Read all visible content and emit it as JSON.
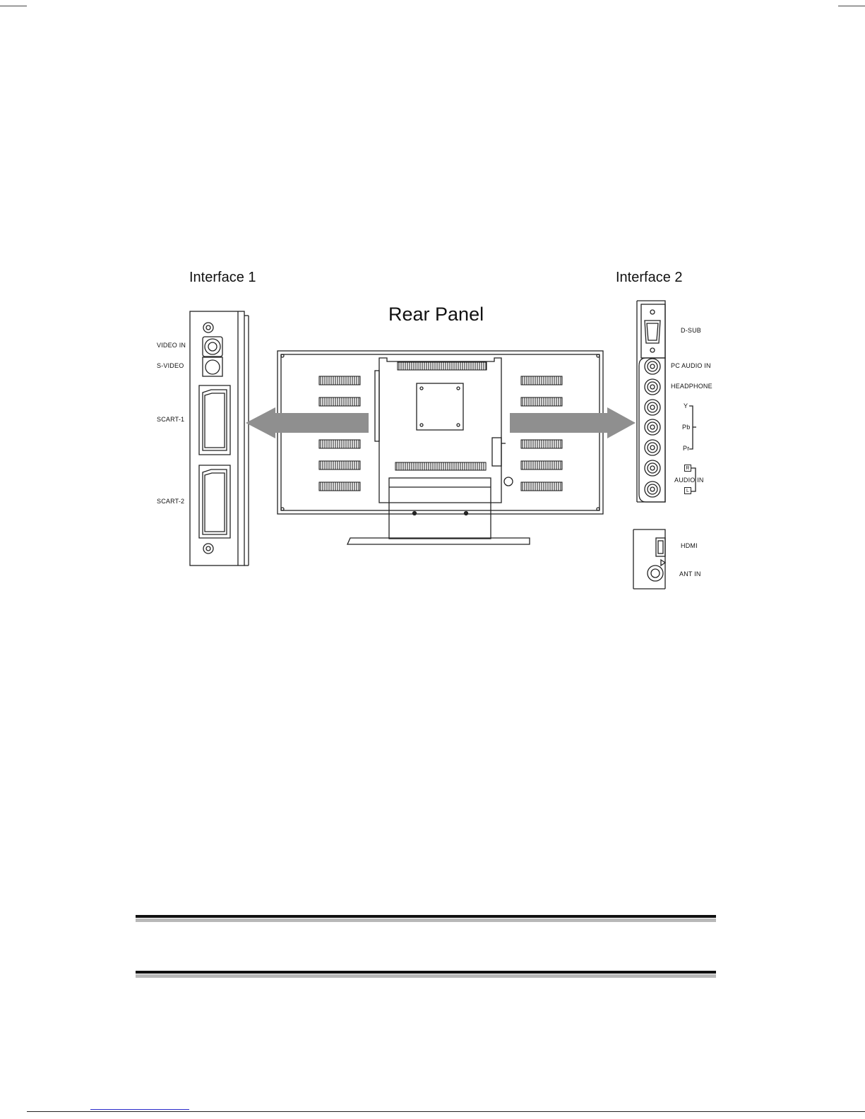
{
  "diagram": {
    "title": "Rear Panel",
    "interface_1": {
      "heading": "Interface 1",
      "ports": [
        "VIDEO IN",
        "S-VIDEO",
        "SCART-1",
        "SCART-2"
      ]
    },
    "interface_2": {
      "heading": "Interface 2",
      "ports": {
        "d_sub": "D-SUB",
        "pc_audio_in": "PC AUDIO IN",
        "headphone": "HEADPHONE",
        "y": "Y",
        "pb": "Pb",
        "pr": "Pr",
        "audio_r": "R",
        "audio_in": "AUDIO IN",
        "audio_l": "L",
        "hdmi": "HDMI",
        "ant_in": "ANT IN"
      }
    }
  },
  "colors": {
    "arrow": "#8f8f8f",
    "line": "#222222",
    "rule_dark": "#111111",
    "rule_light": "#b8b8b8",
    "page_link": "#2b2bcc"
  }
}
